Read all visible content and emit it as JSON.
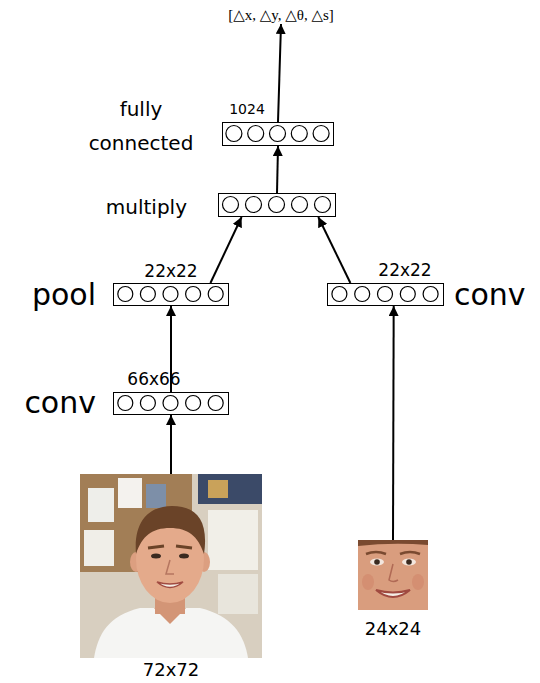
{
  "diagram": {
    "nodes": [
      {
        "text": [
          "[△x, △y, △θ, △s]"
        ]
      },
      {
        "text": [
          "fully connected",
          "1024"
        ]
      },
      {
        "text": [
          "multiply"
        ]
      },
      {
        "text": [
          "pool",
          "22x22"
        ]
      },
      {
        "text": [
          "conv",
          "22x22"
        ]
      },
      {
        "text": [
          "conv",
          "66x66"
        ]
      },
      {
        "text": [
          "72x72"
        ]
      },
      {
        "text": [
          "24x24"
        ]
      }
    ],
    "edges": [
      {
        "from": 6,
        "to": 5,
        "arrow": "to"
      },
      {
        "from": 5,
        "to": 3,
        "arrow": "to"
      },
      {
        "from": 3,
        "to": 2,
        "arrow": "to"
      },
      {
        "from": 7,
        "to": 4,
        "arrow": "to"
      },
      {
        "from": 4,
        "to": 2,
        "arrow": "to"
      },
      {
        "from": 2,
        "to": 1,
        "arrow": "to"
      },
      {
        "from": 1,
        "to": 0,
        "arrow": "to"
      }
    ]
  }
}
